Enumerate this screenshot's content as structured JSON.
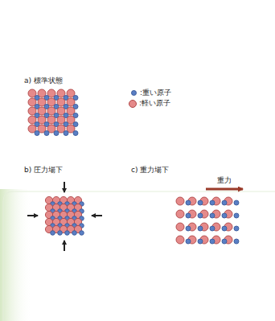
{
  "diagram": {
    "labels": [
      "a) 標準状態",
      "b) 圧力場下",
      "c) 重力場下",
      "重力"
    ],
    "legend": [
      {
        "text": ":重い原子",
        "color": "#5a7fc4"
      },
      {
        "text": ":軽い原子",
        "color": "#e58a8a"
      }
    ]
  }
}
